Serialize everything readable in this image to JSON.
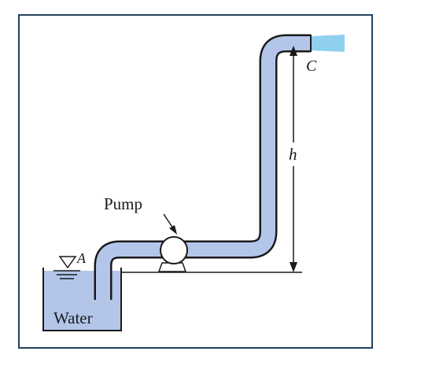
{
  "diagram": {
    "labels": {
      "pump": "Pump",
      "point_a": "A",
      "point_c": "C",
      "height": "h",
      "water": "Water"
    },
    "colors": {
      "frame": "#23415f",
      "water_fill": "#b3c6ea",
      "pipe_fill": "#b3c6ea",
      "jet_fill": "#8fd0ee",
      "outline": "#1a1a1a"
    }
  }
}
